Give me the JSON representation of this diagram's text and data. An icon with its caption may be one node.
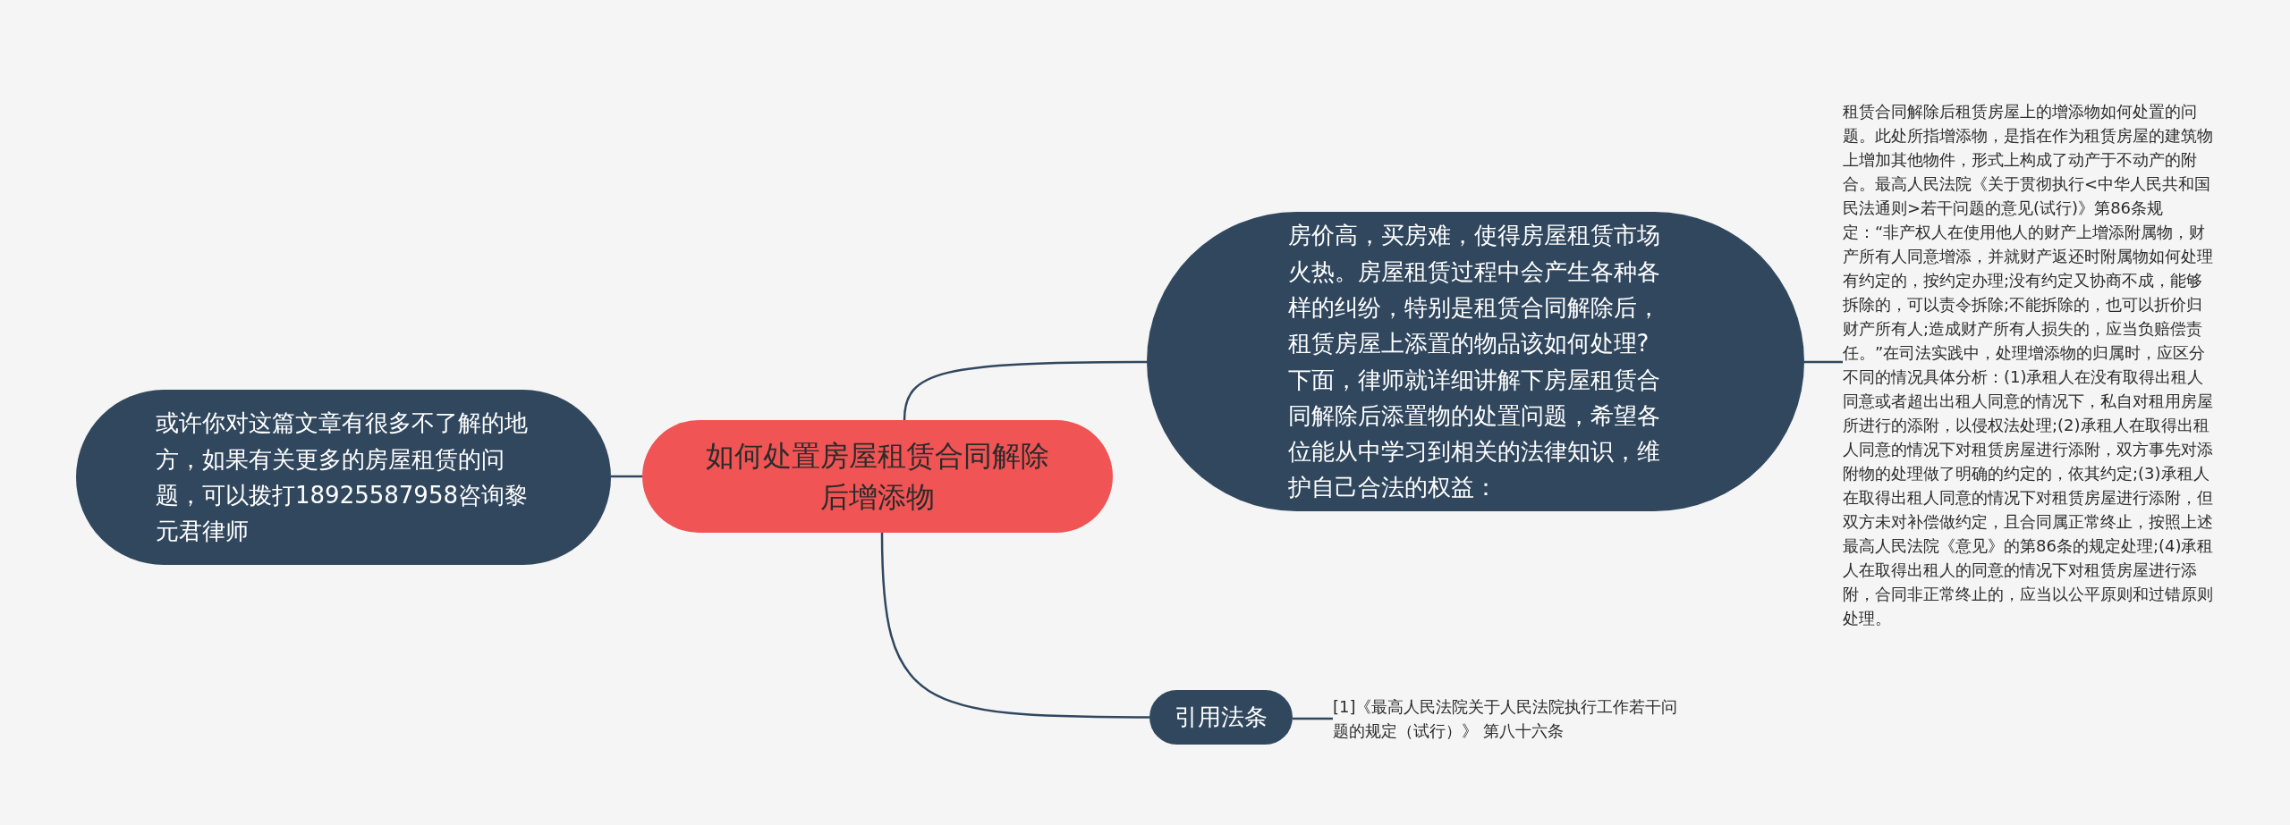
{
  "diagram": {
    "nodes": [
      {
        "text": [
          "如何处置房屋租赁合同解除后增添物"
        ]
      },
      {
        "text": [
          "或许你对这篇文章有很多不了解的地方，如果有关更多的房屋租赁的问题，可以拨打18925587958咨询黎元君律师"
        ]
      },
      {
        "text": [
          "房价高，买房难，使得房屋租赁市场火热。房屋租赁过程中会产生各种各样的纠纷，特别是租赁合同解除后，租赁房屋上添置的物品该如何处理?下面，律师就详细讲解下房屋租赁合同解除后添置物的处置问题，希望各位能从中学习到相关的法律知识，维护自己合法的权益："
        ]
      },
      {
        "text": [
          "租赁合同解除后租赁房屋上的增添物如何处置的问题。此处所指增添物，是指在作为租赁房屋的建筑物上增加其他物件，形式上构成了动产于不动产的附合。最高人民法院《关于贯彻执行<中华人民共和国民法通则>若干问题的意见(试行)》第86条规定：“非产权人在使用他人的财产上增添附属物，财产所有人同意增添，并就财产返还时附属物如何处理有约定的，按约定办理;没有约定又协商不成，能够拆除的，可以责令拆除;不能拆除的，也可以折价归财产所有人;造成财产所有人损失的，应当负赔偿责任。”在司法实践中，处理增添物的归属时，应区分不同的情况具体分析：(1)承租人在没有取得出租人同意或者超出出租人同意的情况下，私自对租用房屋所进行的添附，以侵权法处理;(2)承租人在取得出租人同意的情况下对租赁房屋进行添附，双方事先对添附物的处理做了明确的约定的，依其约定;(3)承租人在取得出租人同意的情况下对租赁房屋进行添附，但双方未对补偿做约定，且合同属正常终止，按照上述最高人民法院《意见》的第86条的规定处理;(4)承租人在取得出租人的同意的情况下对租赁房屋进行添附，合同非正常终止的，应当以公平原则和过错原则处理。"
        ]
      },
      {
        "text": [
          "引用法条"
        ]
      },
      {
        "text": [
          "[1]《最高人民法院关于人民法院执行工作若干问题的规定（试行）》 第八十六条"
        ]
      }
    ],
    "edges": [
      {
        "from": 0,
        "to": 1,
        "arrow": "none"
      },
      {
        "from": 0,
        "to": 2,
        "arrow": "none"
      },
      {
        "from": 2,
        "to": 3,
        "arrow": "none"
      },
      {
        "from": 0,
        "to": 4,
        "arrow": "none"
      },
      {
        "from": 4,
        "to": 5,
        "arrow": "none"
      }
    ]
  }
}
